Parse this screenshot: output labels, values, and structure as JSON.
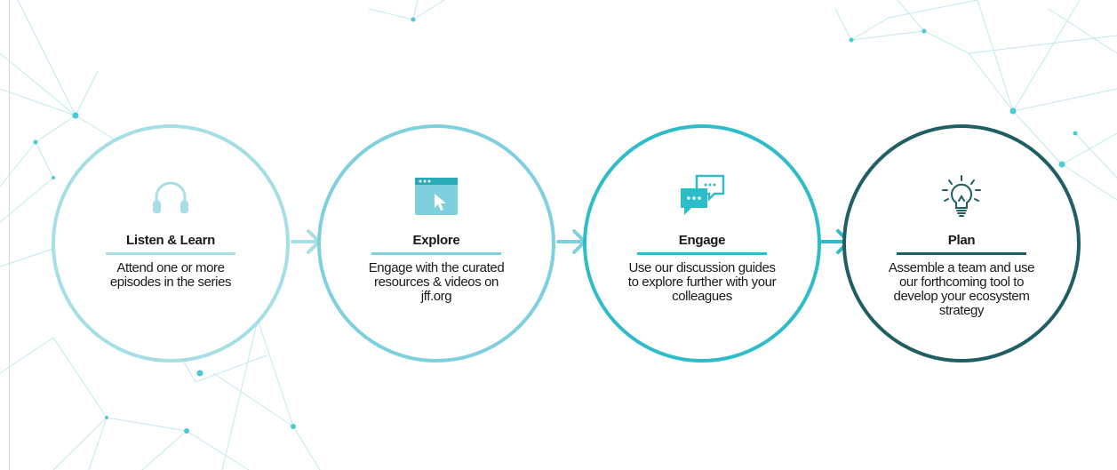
{
  "steps": [
    {
      "title": "Listen & Learn",
      "description": "Attend one or more episodes in the series",
      "icon": "headphones-icon",
      "color": "#a6dee6"
    },
    {
      "title": "Explore",
      "description": "Engage with the curated resources & videos on jff.org",
      "icon": "browser-window-icon",
      "color": "#7fd0de"
    },
    {
      "title": "Engage",
      "description": "Use our discussion guides to explore further with your colleagues",
      "icon": "chat-bubbles-icon",
      "color": "#2fbcc9"
    },
    {
      "title": "Plan",
      "description": "Assemble a team and use our forthcoming tool to develop your ecosystem strategy",
      "icon": "lightbulb-icon",
      "color": "#1f5e63"
    }
  ],
  "arrows": [
    {
      "icon": "chevron-right-arrow-icon",
      "color": "#a6dee6"
    },
    {
      "icon": "chevron-right-arrow-icon",
      "color": "#7fd0de"
    },
    {
      "icon": "chevron-right-arrow-icon",
      "color": "#2fbcc9"
    }
  ],
  "colors": {
    "background": "#ffffff",
    "network": "#bfe9ee",
    "network_node": "#4cc9d6",
    "text": "#1a1a1a"
  }
}
